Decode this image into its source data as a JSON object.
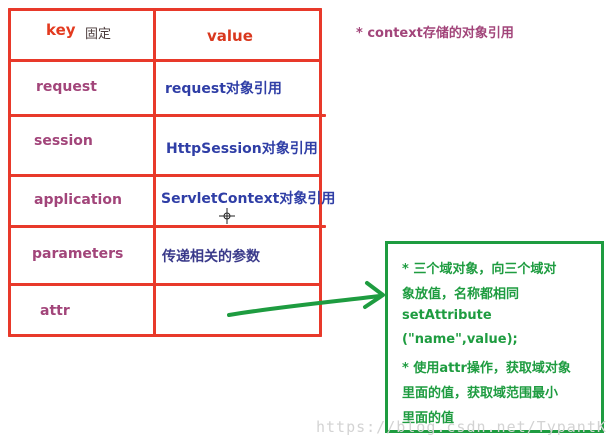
{
  "header": {
    "key": "key",
    "fixed": "固定",
    "value": "value"
  },
  "note_top": "* context存储的对象引用",
  "rows": [
    {
      "key": "request",
      "value": "request对象引用"
    },
    {
      "key": "session",
      "value": "HttpSession对象引用"
    },
    {
      "key": "application",
      "value": "ServletContext对象引用"
    },
    {
      "key": "parameters",
      "value": "传递相关的参数"
    },
    {
      "key": "attr",
      "value": ""
    }
  ],
  "green_note": {
    "lines": [
      "* 三个域对象，向三个域对",
      "象放值，名称都相同",
      "setAttribute",
      "(\"name\",value);",
      "* 使用attr操作，获取域对象",
      "里面的值，获取域范围最小",
      "里面的值"
    ]
  },
  "watermark": "https://blog.csdn.net/TypantK",
  "colors": {
    "table_border": "#e8392a",
    "key_text": "#a2457a",
    "value_text": "#2f3ea6",
    "note_border": "#1e9c40",
    "arrow": "#1e9c40"
  }
}
